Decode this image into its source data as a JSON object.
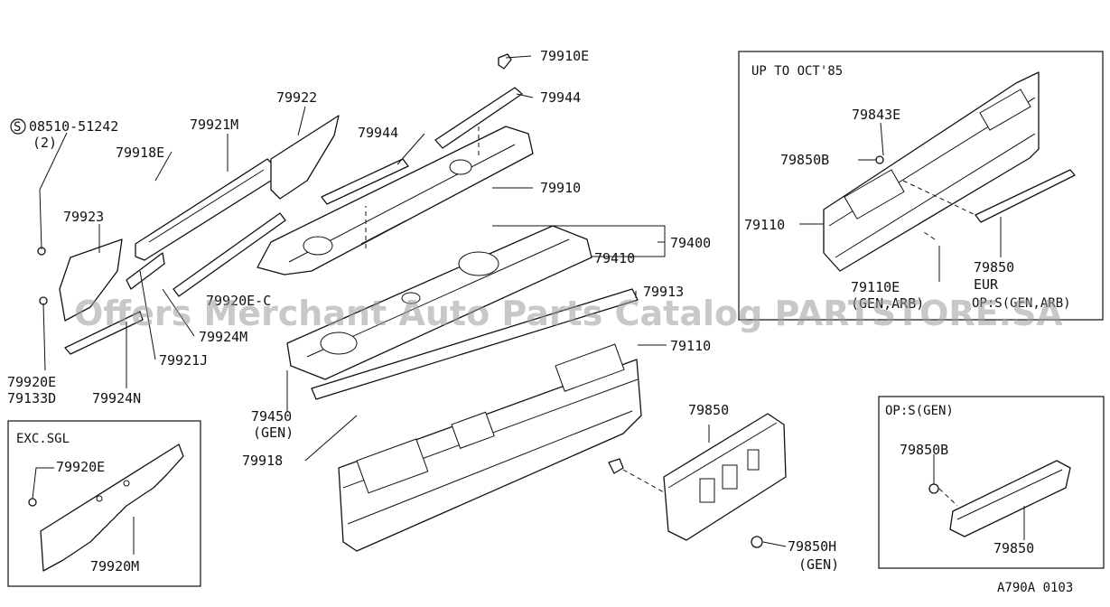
{
  "inset_boxes": {
    "up_to_oct85": "UP TO OCT'85",
    "exc_sgl": "EXC.SGL",
    "op_s_gen": "OP:S(GEN)"
  },
  "part_labels": {
    "p08510": "08510-51242",
    "p08510_qty": "(2)",
    "p79921m": "79921M",
    "p79922": "79922",
    "p79918e": "79918E",
    "p79923": "79923",
    "p79920e_left": "79920E",
    "p79133d": "79133D",
    "p79924n": "79924N",
    "p79921j": "79921J",
    "p79924m": "79924M",
    "p79920e_mid": "79920E-C",
    "p79910e": "79910E",
    "p79944_top": "79944",
    "p79944_mid": "79944",
    "p79910": "79910",
    "p79400": "79400",
    "p79410": "79410",
    "p79913": "79913",
    "p79110_main": "79110",
    "p79450": "79450",
    "p79450_gen": "(GEN)",
    "p79918": "79918",
    "p79850_main": "79850",
    "p79850h": "79850H",
    "p79850h_gen": "(GEN)",
    "ins1_79843e": "79843E",
    "ins1_79850b": "79850B",
    "ins1_79110": "79110",
    "ins1_79110e": "79110E",
    "ins1_79110e_note": "(GEN,ARB)",
    "ins1_79850": "79850",
    "ins1_79850_eur": "EUR",
    "ins1_79850_op": "OP:S(GEN,ARB)",
    "ins2_79920e": "79920E",
    "ins2_79920m": "79920M",
    "ins3_79850b": "79850B",
    "ins3_79850": "79850"
  },
  "diagram_code": "A790A 0103",
  "watermark": "Offers Merchant Auto Parts Catalog PARTSTORE.SA",
  "icons": {
    "screw_marker": "S"
  }
}
